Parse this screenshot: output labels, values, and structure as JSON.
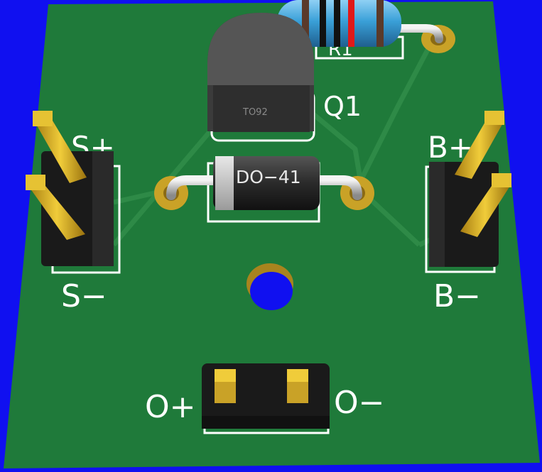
{
  "labels": {
    "s_plus": "S+",
    "s_minus": "S−",
    "b_plus": "B+",
    "b_minus": "B−",
    "o_plus": "O+",
    "o_minus": "O−",
    "q1": "Q1",
    "r_ref": "R1",
    "to92": "TO92",
    "do41": "DO−41"
  },
  "colors": {
    "background": "#1010f0",
    "pcb": "#1f7a3a",
    "silkscreen": "#ffffff",
    "pad_gold": "#c9a227",
    "header_black": "#1a1a1a",
    "pin_gold": "#d8b021",
    "transistor_body": "#3b3b3b",
    "diode_body": "#2a2a2a",
    "resistor_body": "#3aa0d8",
    "lead_silver": "#cfcfcf"
  }
}
